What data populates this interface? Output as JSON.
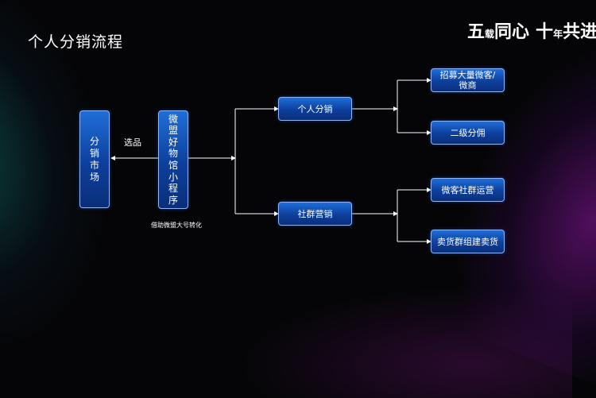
{
  "slide": {
    "title": "个人分销流程",
    "brand": {
      "part1_big": "五",
      "part1_small": "载",
      "part1_rest": "同心",
      "part2_big": "十",
      "part2_small": "年",
      "part2_rest": "共进"
    }
  },
  "diagram": {
    "nodes": {
      "market": {
        "label": "分销市场",
        "chars": [
          "分",
          "销",
          "市",
          "场"
        ]
      },
      "miniapp": {
        "label": "微盟好物馆小程序",
        "chars": [
          "微",
          "盟",
          "好",
          "物",
          "馆",
          "小",
          "程",
          "序"
        ]
      },
      "personal": {
        "label": "个人分销"
      },
      "community": {
        "label": "社群营销"
      },
      "recruit": {
        "label_line1": "招募大量微客/",
        "label_line2": "微商"
      },
      "commission": {
        "label": "二级分佣"
      },
      "wechat_ops": {
        "label": "微客社群运营"
      },
      "group_sell": {
        "label": "卖货群组建卖货"
      }
    },
    "edge_labels": {
      "select": "选品",
      "convert": "借助微盟大号转化"
    }
  },
  "colors": {
    "box_fill": "#1f6ed8",
    "box_border": "#8fb4ff",
    "line": "#ffffff",
    "background": "#050507"
  }
}
